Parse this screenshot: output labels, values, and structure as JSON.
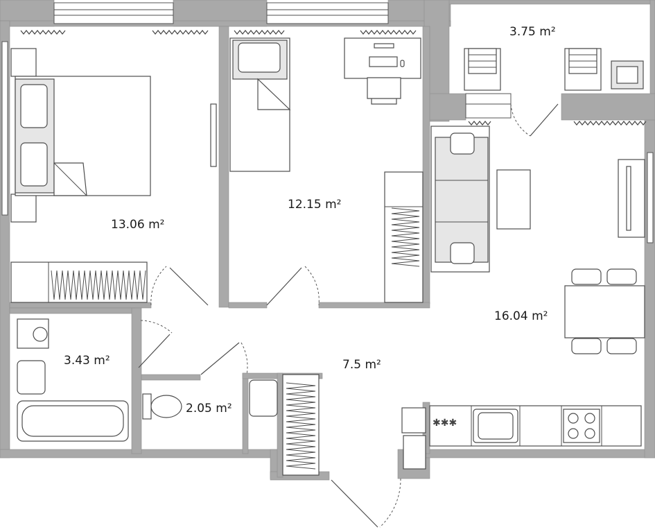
{
  "rooms": [
    {
      "name": "bedroom",
      "area": "13.06 m²"
    },
    {
      "name": "second-bedroom",
      "area": "12.15 m²"
    },
    {
      "name": "balcony",
      "area": "3.75 m²"
    },
    {
      "name": "living-kitchen",
      "area": "16.04 m²"
    },
    {
      "name": "hallway",
      "area": "7.5 m²"
    },
    {
      "name": "bathroom",
      "area": "3.43 m²"
    },
    {
      "name": "toilet",
      "area": "2.05 m²"
    }
  ],
  "colors": {
    "wall": "#a9a9a9",
    "line": "#4d4d4d",
    "background": "#ffffff"
  }
}
